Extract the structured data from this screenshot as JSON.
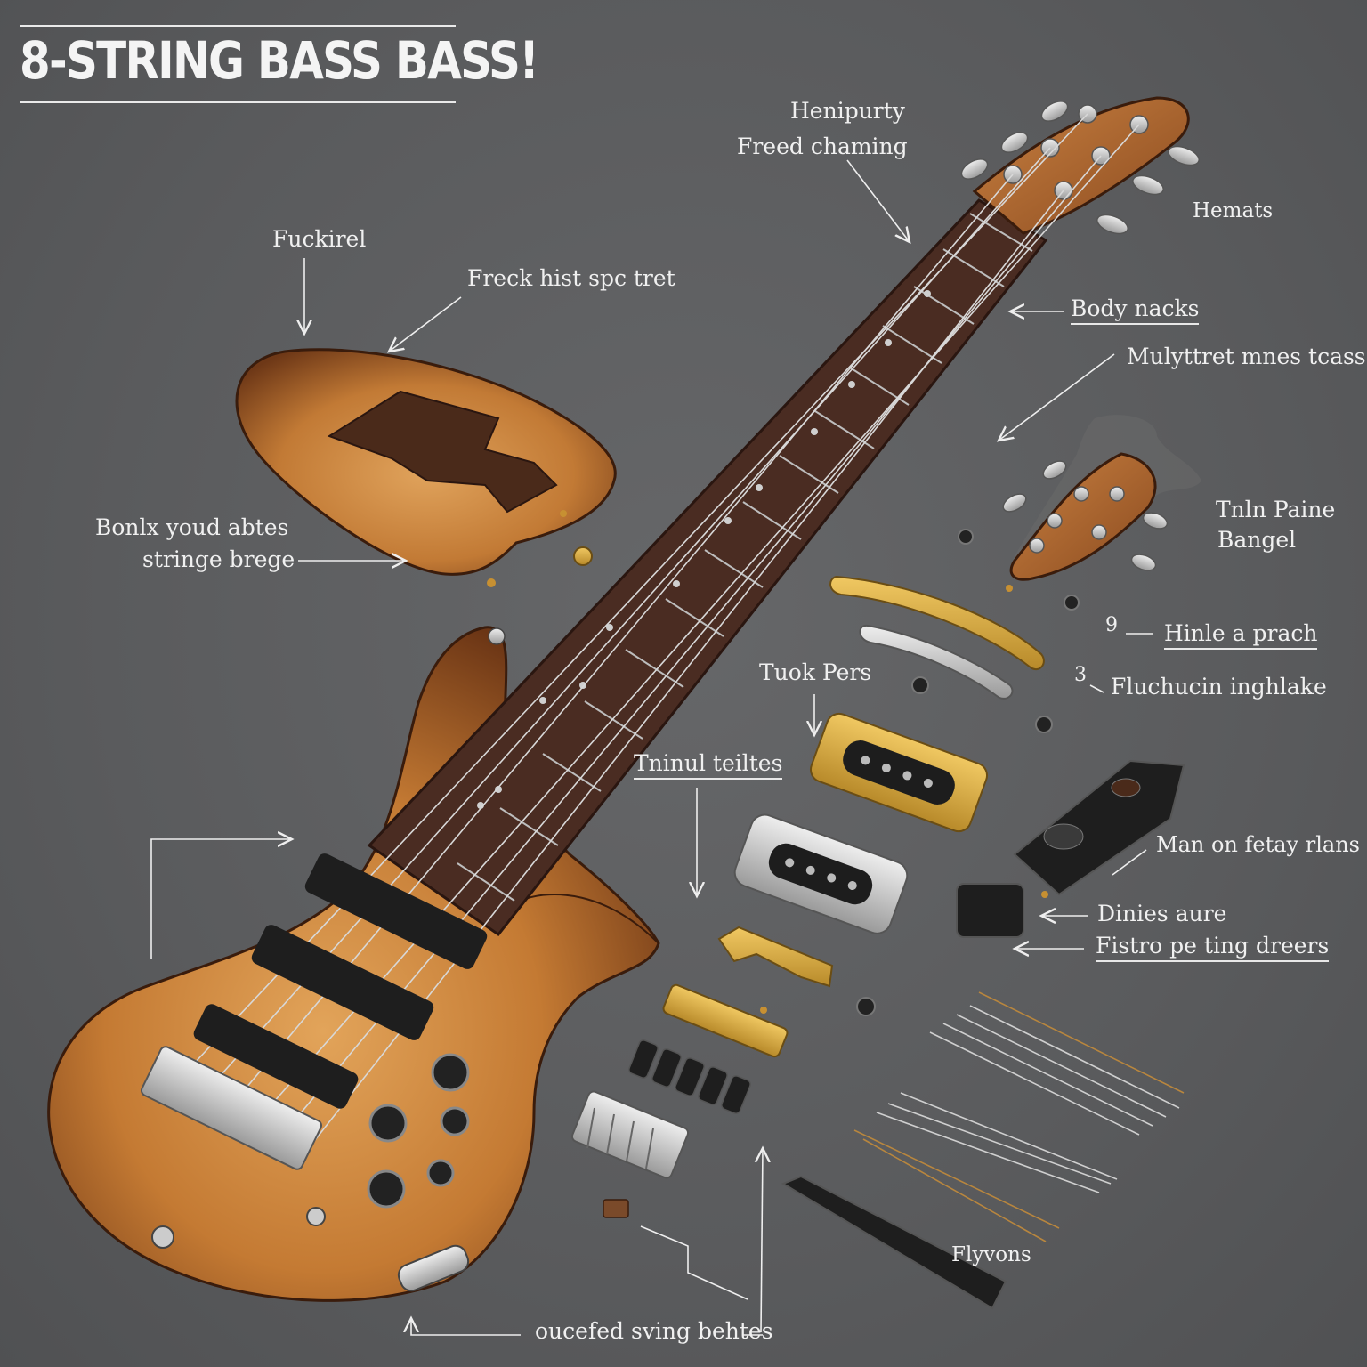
{
  "title": "8-STRING BASS BASS!",
  "labels": {
    "l1a": "Henipurty",
    "l1b": "Freed chaming",
    "l2": "Fuckirel",
    "l3": "Freck hist spc tret",
    "l4": "Hemats",
    "l5": "Body nacks",
    "l6": "Mulyttret mnes tcass",
    "l7a": "Bonlx youd abtes",
    "l7b": "stringe brege",
    "l8a": "Tnln Paine",
    "l8b": "Bangel",
    "l9num": "9",
    "l9": "Hinle a prach",
    "l10num": "3",
    "l10": "Fluchucin inghlake",
    "l11": "Tuok Pers",
    "l12": "Tninul teiltes",
    "l13": "Man on fetay rlans",
    "l14": "Dinies aure",
    "l15": "Fistro pe ting dreers",
    "l16": "Flyvons",
    "l17": "oucefed sving behtes"
  },
  "colors": {
    "background": "#5c5d5f",
    "wood_light": "#d8954a",
    "wood_dark": "#6b3515",
    "fretboard": "#4a2c22",
    "chrome": "#c8c8c8",
    "gold": "#d9aa40",
    "label": "#f0f0f0"
  },
  "icons": [
    "bass-body",
    "bass-neck",
    "headstock",
    "loose-headstock",
    "pickguard",
    "pickup",
    "knob",
    "bridge",
    "string-bundle",
    "nut",
    "jack-plate"
  ]
}
